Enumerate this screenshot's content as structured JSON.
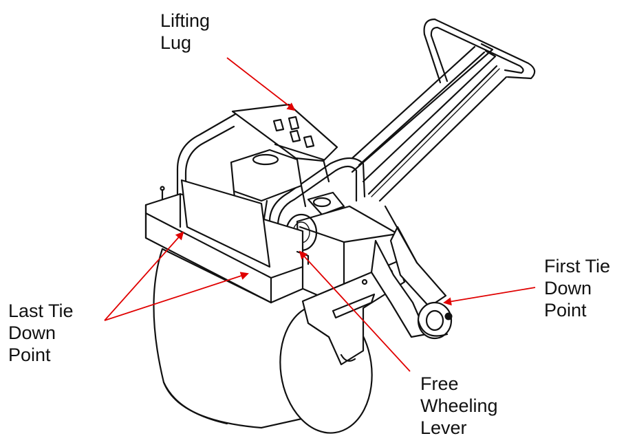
{
  "labels": {
    "lifting_lug": "Lifting\nLug",
    "last_tie_down": "Last Tie\nDown\nPoint",
    "free_wheeling": "Free\nWheeling\nLever",
    "first_tie_down": "First Tie\nDown\nPoint"
  },
  "colors": {
    "arrow": "#e00000",
    "ink": "#111111",
    "background": "#ffffff"
  }
}
